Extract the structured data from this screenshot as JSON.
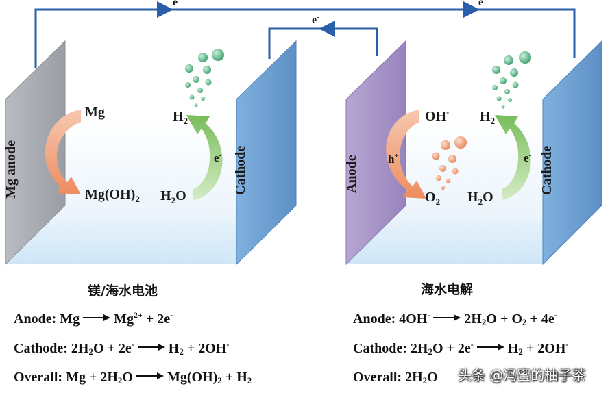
{
  "electron": {
    "label": "e",
    "sup": "-"
  },
  "battery": {
    "caption": "镁/海水电池",
    "anode_label": "Mg anode",
    "cathode_label": "Cathode",
    "mg": "Mg",
    "mgoh2": {
      "base": "Mg(OH)",
      "sub": "2"
    },
    "h2": {
      "base": "H",
      "sub": "2"
    },
    "h2o": {
      "pre": "H",
      "sub": "2",
      "post": "O"
    },
    "e": "e",
    "e_sup": "-"
  },
  "electrolysis": {
    "caption": "海水电解",
    "anode_label": "Anode",
    "cathode_label": "Cathode",
    "oh": "OH",
    "oh_sup": "-",
    "h_plus": "h",
    "h_plus_sup": "+",
    "o2": {
      "base": "O",
      "sub": "2"
    },
    "h2": {
      "base": "H",
      "sub": "2"
    },
    "h2o": {
      "pre": "H",
      "sub": "2",
      "post": "O"
    },
    "e": "e",
    "e_sup": "-"
  },
  "equations_left": {
    "anode": {
      "label": "Anode: Mg",
      "p1": "Mg",
      "p1_sup": "2+",
      "p2": " + 2e",
      "p2_sup": "-"
    },
    "cathode": {
      "label": "Cathode: 2H",
      "s1": "2",
      "p1": "O + 2e",
      "p1_sup": "-",
      "p2": "H",
      "s2": "2",
      "p3": " + 2OH",
      "p3_sup": "-"
    },
    "overall": {
      "label": "Overall: Mg + 2H",
      "s1": "2",
      "p1": "O",
      "p2": "Mg(OH)",
      "s2": "2",
      "p3": " + H",
      "s3": "2"
    }
  },
  "equations_right": {
    "anode": {
      "label": "Anode: 4OH",
      "l_sup": "-",
      "p1": "2H",
      "s1": "2",
      "p2": "O + O",
      "s2": "2",
      "p3": " + 4e",
      "p3_sup": "-"
    },
    "cathode": {
      "label": "Cathode: 2H",
      "s1": "2",
      "p1": "O + 2e",
      "p1_sup": "-",
      "p2": "H",
      "s2": "2",
      "p3": " + 2OH",
      "p3_sup": "-"
    },
    "overall": {
      "label": "Overall: 2H",
      "s1": "2",
      "p1": "O"
    }
  },
  "watermark": "头条 @冯蜜的柚子茶",
  "colors": {
    "wire": "#2a5ea8",
    "mg_plate": "#a9adb3",
    "cathode_plate": "#6fa3d6",
    "anode_plate": "#a996c6",
    "orange_arrow": "#f2a07a",
    "green_arrow": "#86c46a",
    "bubble_green": "#5cb88a",
    "bubble_orange": "#f2a27c"
  }
}
